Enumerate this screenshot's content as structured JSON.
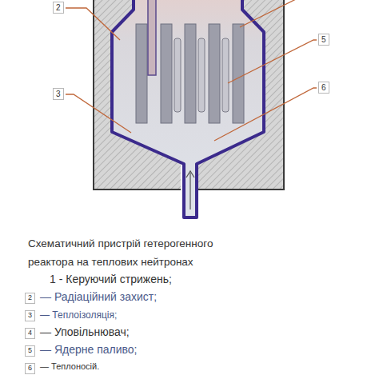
{
  "diagram": {
    "caption": "Схематичний пристрій гетерогенного реактора на теплових нейтронах",
    "labels": [
      "2",
      "3",
      "5",
      "6",
      "1 - Керуючий стрижень;",
      "2",
      "— Радіаційний захист;",
      "3",
      "— Теплоізоляція;",
      "4",
      "— Уповільнювач;",
      "5",
      "— Ядерне паливо;",
      "6",
      "— Теплоносій."
    ]
  }
}
